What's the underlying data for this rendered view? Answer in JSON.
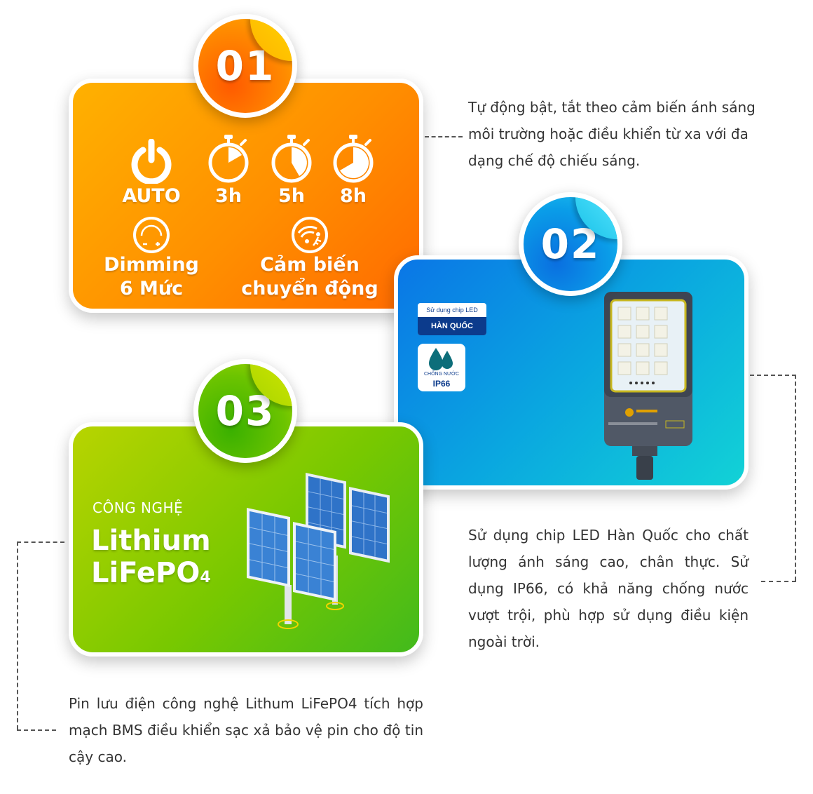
{
  "card1": {
    "number": "01",
    "modes": [
      {
        "label": "AUTO",
        "icon": "power-icon"
      },
      {
        "label": "3h",
        "icon": "timer-3h-icon"
      },
      {
        "label": "5h",
        "icon": "timer-5h-icon"
      },
      {
        "label": "8h",
        "icon": "timer-8h-icon"
      }
    ],
    "dimming_line1": "Dimming",
    "dimming_line2": "6 Mức",
    "sensor_line1": "Cảm biến",
    "sensor_line2": "chuyển động",
    "description": "Tự động bật, tắt theo cảm biến ánh sáng môi trường hoặc điều khiển từ xa với đa dạng chế độ chiếu sáng."
  },
  "card2": {
    "number": "02",
    "chip_sticker_top": "Sử dụng chip LED",
    "chip_sticker_bottom": "HÀN QUỐC",
    "waterproof_line1": "CHỐNG NƯỚC",
    "waterproof_line2": "IP66",
    "description": "Sử dụng chip LED Hàn Quốc cho chất lượng ánh sáng cao, chân thực. Sử dụng IP66, có khả năng chống nước vượt trội, phù hợp sử dụng điều kiện ngoài trời."
  },
  "card3": {
    "number": "03",
    "tech_label": "CÔNG NGHỆ",
    "title_line1": "Lithium",
    "title_line2_main": "LiFePO",
    "title_line2_sub": "4",
    "description": "Pin lưu điện công nghệ Lithum LiFePO4 tích hợp mạch BMS điều khiển sạc xả bảo vệ pin cho độ tin cậy cao."
  },
  "colors": {
    "orange": "#ff8f00",
    "blue": "#0aa6e0",
    "green": "#78c800",
    "sticker_navy": "#0c3b8c"
  }
}
